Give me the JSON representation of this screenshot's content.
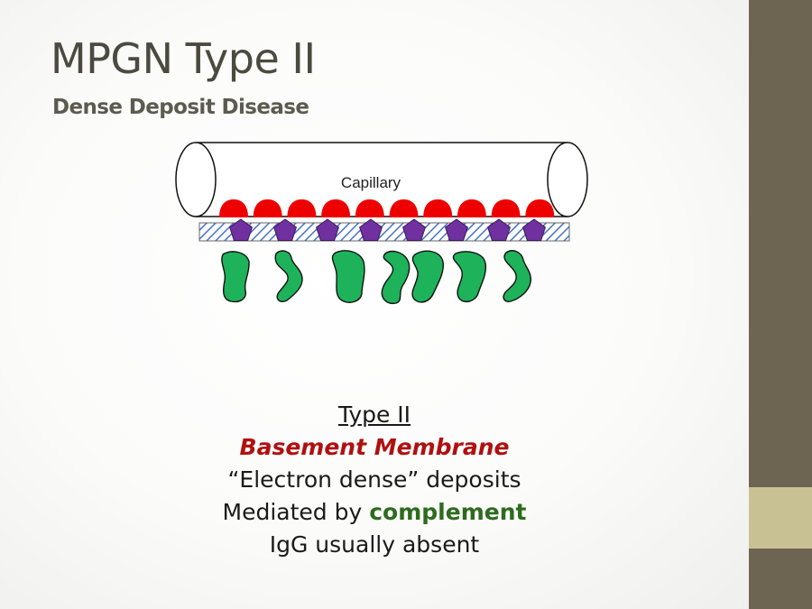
{
  "slide": {
    "title": "MPGN Type II",
    "subtitle": "Dense Deposit Disease"
  },
  "diagram": {
    "capillary_label": "Capillary",
    "colors": {
      "deposit": "#ee0000",
      "complement": "#7030a0",
      "cell": "#1eb25a",
      "membrane_stripe": "#4472c4"
    },
    "deposit_count": 10,
    "complement_count": 8,
    "cell_count": 7
  },
  "caption": {
    "type_line": "Type II",
    "location": "Basement Membrane",
    "deposits_line": "“Electron dense” deposits",
    "mediated_prefix": "Mediated by ",
    "mediated_highlight": "complement",
    "igg_line": "IgG usually absent"
  },
  "theme": {
    "title_color": "#4a4a40",
    "sidebar_color": "#6e6452",
    "sidebar_band_color": "#c8c194",
    "location_color": "#b01010",
    "complement_text_color": "#2e6b1e"
  }
}
